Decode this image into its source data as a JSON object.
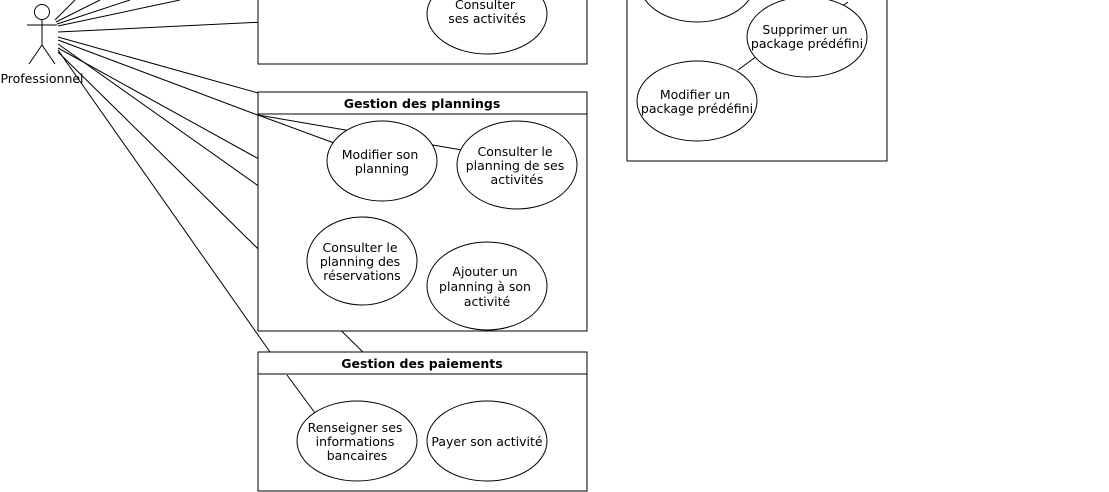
{
  "actor": {
    "name": "Professionnel"
  },
  "packages": [
    {
      "id": "pkg-activites",
      "title": "",
      "use_cases": [
        {
          "id": "uc-consulter-activites",
          "lines": [
            "Consulter",
            "ses activités"
          ]
        }
      ]
    },
    {
      "id": "pkg-plannings",
      "title": "Gestion des plannings",
      "use_cases": [
        {
          "id": "uc-modifier-planning",
          "lines": [
            "Modifier son",
            "planning"
          ]
        },
        {
          "id": "uc-consulter-planning-activites",
          "lines": [
            "Consulter le",
            "planning de ses",
            "activités"
          ]
        },
        {
          "id": "uc-consulter-planning-reservations",
          "lines": [
            "Consulter le",
            "planning des",
            "réservations"
          ]
        },
        {
          "id": "uc-ajouter-planning",
          "lines": [
            "Ajouter un",
            "planning à son",
            "activité"
          ]
        }
      ]
    },
    {
      "id": "pkg-paiements",
      "title": "Gestion des paiements",
      "use_cases": [
        {
          "id": "uc-renseigner-infos-bancaires",
          "lines": [
            "Renseigner ses",
            "informations",
            "bancaires"
          ]
        },
        {
          "id": "uc-payer-activite",
          "lines": [
            "Payer son activité"
          ]
        }
      ]
    },
    {
      "id": "pkg-packages",
      "title": "",
      "use_cases": [
        {
          "id": "uc-partial-top",
          "lines": []
        },
        {
          "id": "uc-supprimer-package",
          "lines": [
            "Supprimer un",
            "package prédéfini"
          ]
        },
        {
          "id": "uc-modifier-package",
          "lines": [
            "Modifier un",
            "package prédéfini"
          ]
        }
      ]
    }
  ]
}
